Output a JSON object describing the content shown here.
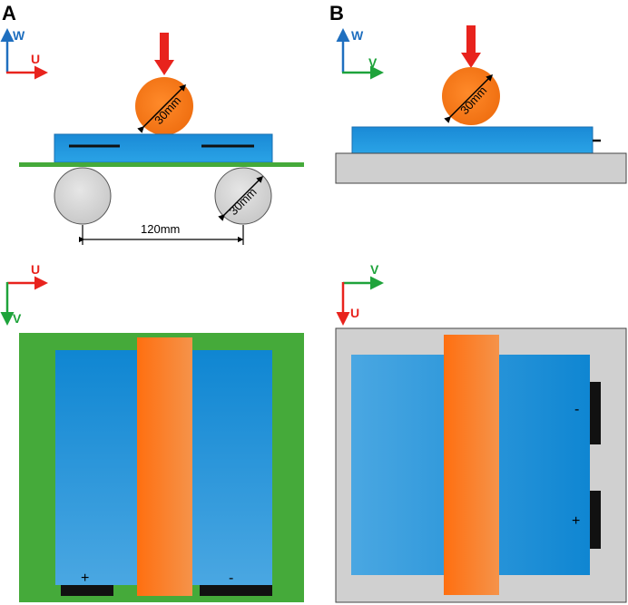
{
  "panels": {
    "a": {
      "letter": "A"
    },
    "b": {
      "letter": "B"
    }
  },
  "axes": {
    "w": "W",
    "u": "U",
    "v": "V"
  },
  "dimensions": {
    "ball_diameter": "30mm",
    "roller_diameter": "30mm",
    "span": "120mm"
  },
  "polarity": {
    "plus": "+",
    "minus": "-"
  },
  "colors": {
    "axis_w": "#1f6fbf",
    "axis_u": "#e8231d",
    "axis_v": "#1ea33b",
    "force_arrow": "#e8231d",
    "impactor": "#f27a1c",
    "sample": "#1e8fd6",
    "support_plate": "#45aa3a",
    "rollers": "#d6d6d6",
    "base": "#cfcfcf"
  }
}
